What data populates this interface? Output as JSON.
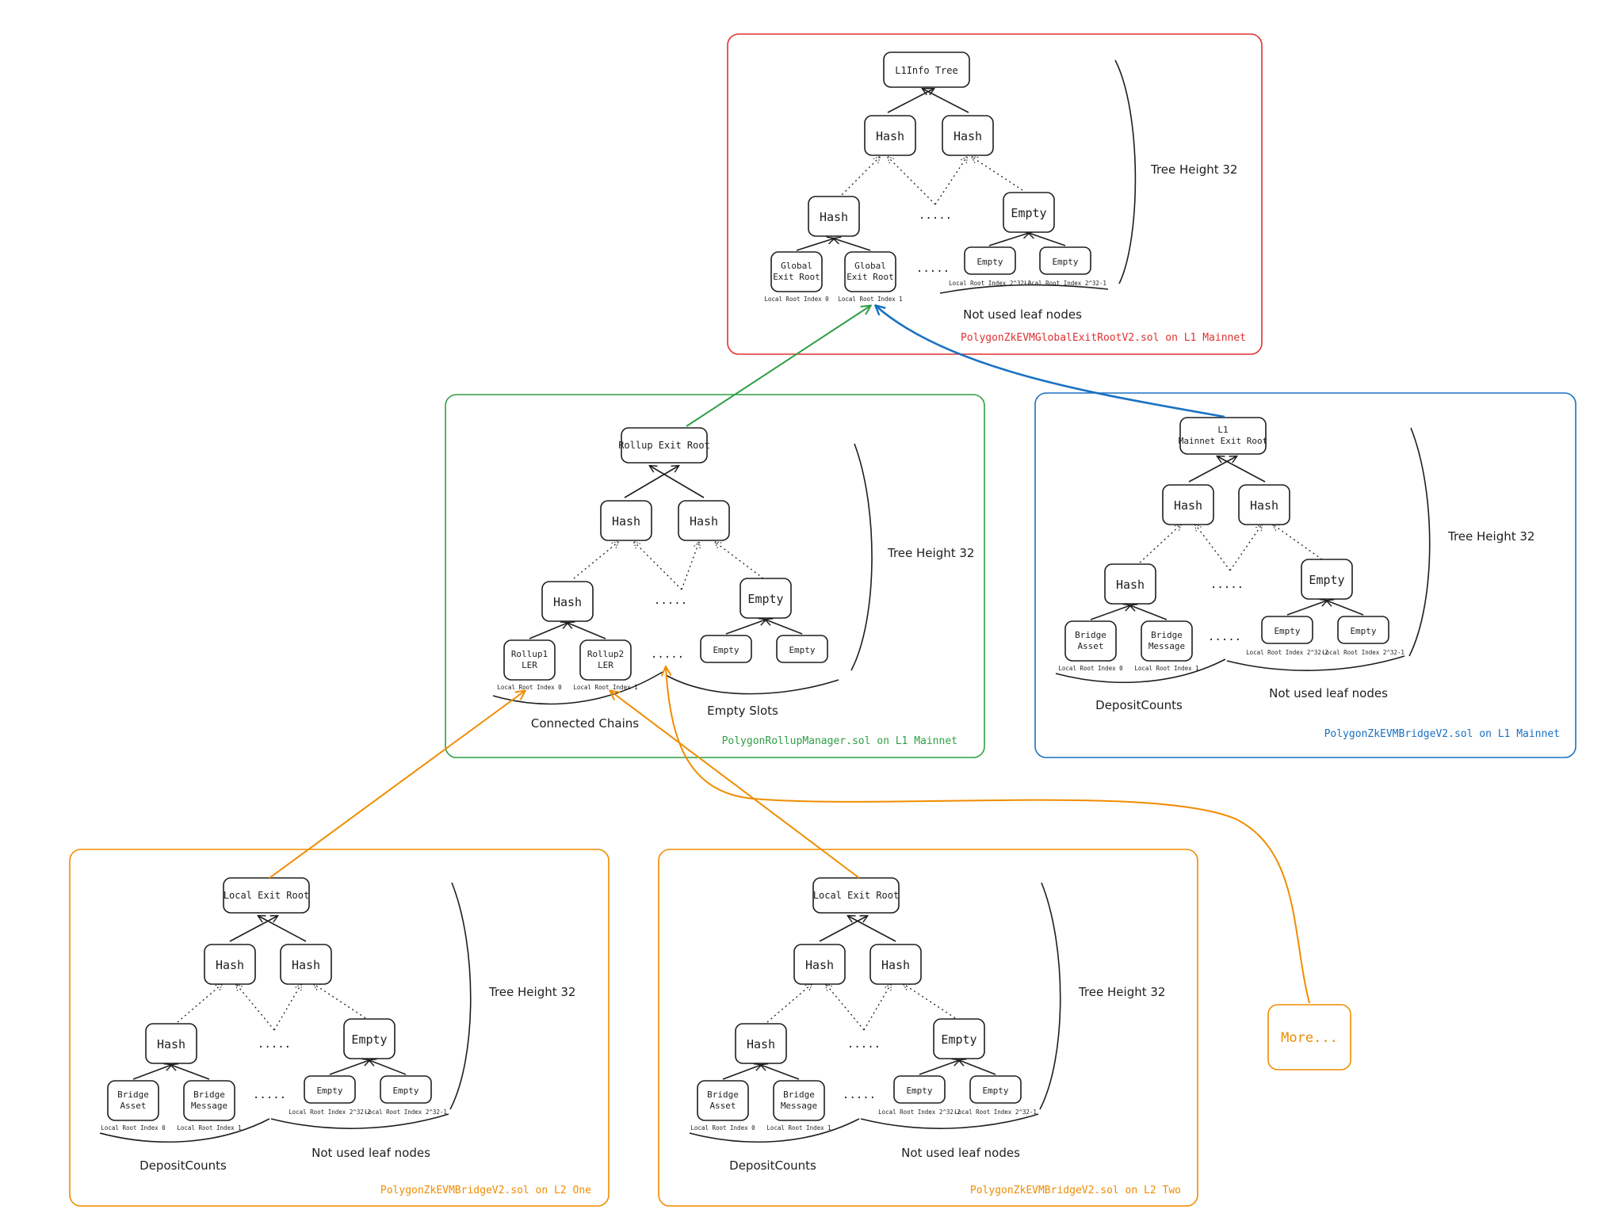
{
  "colors": {
    "red": "#e03131",
    "green": "#2f9e44",
    "blue": "#1971c2",
    "orange": "#f08c00",
    "ink": "#1e1e1e"
  },
  "l1info": {
    "caption": "PolygonZkEVMGlobalExitRootV2.sol on L1 Mainnet",
    "root": "L1Info Tree",
    "hash_left": "Hash",
    "hash_right": "Hash",
    "mid_hash": "Hash",
    "mid_empty": "Empty",
    "leaf1": [
      "Global",
      "Exit Root"
    ],
    "leaf2": [
      "Global",
      "Exit Root"
    ],
    "leaf3": "Empty",
    "leaf4": "Empty",
    "idx1": "Local Root Index 0",
    "idx2": "Local Root Index 1",
    "idx3": "Local Root Index 2^32-2",
    "idx4": "Local Root Index 2^32-1",
    "height": "Tree Height 32",
    "note_right": "Not used leaf nodes",
    "dots": "....."
  },
  "rollup": {
    "caption": "PolygonRollupManager.sol on L1 Mainnet",
    "root": "Rollup Exit Root",
    "hash_left": "Hash",
    "hash_right": "Hash",
    "mid_hash": "Hash",
    "mid_empty": "Empty",
    "leaf1": [
      "Rollup1",
      "LER"
    ],
    "leaf2": [
      "Rollup2",
      "LER"
    ],
    "leaf3": "Empty",
    "leaf4": "Empty",
    "idx1": "Local Root Index 0",
    "idx2": "Local Root Index 1",
    "height": "Tree Height 32",
    "note_left": "Connected Chains",
    "note_right": "Empty Slots",
    "dots": "....."
  },
  "mainnet_bridge": {
    "caption": "PolygonZkEVMBridgeV2.sol on L1 Mainnet",
    "root": [
      "L1",
      "Mainnet Exit Root"
    ],
    "hash_left": "Hash",
    "hash_right": "Hash",
    "mid_hash": "Hash",
    "mid_empty": "Empty",
    "leaf1": [
      "Bridge",
      "Asset"
    ],
    "leaf2": [
      "Bridge",
      "Message"
    ],
    "leaf3": "Empty",
    "leaf4": "Empty",
    "idx1": "Local Root Index 0",
    "idx2": "Local Root Index 1",
    "idx3": "Local Root Index 2^32-2",
    "idx4": "Local Root Index 2^32-1",
    "height": "Tree Height 32",
    "note_left": "DepositCounts",
    "note_right": "Not used leaf nodes",
    "dots": "....."
  },
  "l2one": {
    "caption": "PolygonZkEVMBridgeV2.sol on L2 One",
    "root": "Local Exit Root",
    "hash_left": "Hash",
    "hash_right": "Hash",
    "mid_hash": "Hash",
    "mid_empty": "Empty",
    "leaf1": [
      "Bridge",
      "Asset"
    ],
    "leaf2": [
      "Bridge",
      "Message"
    ],
    "leaf3": "Empty",
    "leaf4": "Empty",
    "idx1": "Local Root Index 0",
    "idx2": "Local Root Index 1",
    "idx3": "Local Root Index 2^32-2",
    "idx4": "Local Root Index 2^32-1",
    "height": "Tree Height 32",
    "note_left": "DepositCounts",
    "note_right": "Not used leaf nodes",
    "dots": "....."
  },
  "l2two": {
    "caption": "PolygonZkEVMBridgeV2.sol on L2 Two",
    "root": "Local Exit Root",
    "hash_left": "Hash",
    "hash_right": "Hash",
    "mid_hash": "Hash",
    "mid_empty": "Empty",
    "leaf1": [
      "Bridge",
      "Asset"
    ],
    "leaf2": [
      "Bridge",
      "Message"
    ],
    "leaf3": "Empty",
    "leaf4": "Empty",
    "idx1": "Local Root Index 0",
    "idx2": "Local Root Index 1",
    "idx3": "Local Root Index 2^32-2",
    "idx4": "Local Root Index 2^32-1",
    "height": "Tree Height 32",
    "note_left": "DepositCounts",
    "note_right": "Not used leaf nodes",
    "dots": "....."
  },
  "more": "More..."
}
